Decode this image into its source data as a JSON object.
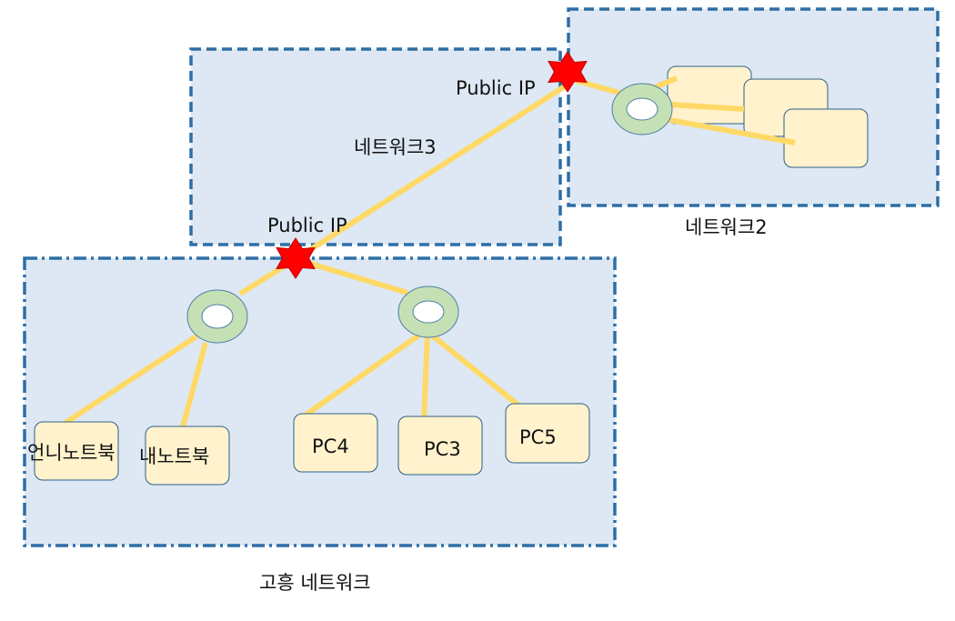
{
  "colors": {
    "network_fill": "#dde8f4",
    "network_border": "#2e6ea6",
    "device_fill": "#fff2cc",
    "device_border": "#2e5f8a",
    "link": "#ffd966",
    "router_fill": "#c5e0b4",
    "router_border": "#4f7ea8",
    "public_ip_star": "#ff0000"
  },
  "networks": {
    "network3_label": "네트워크3",
    "network2_label": "네트워크2",
    "goheung_label": "고흥 네트워크"
  },
  "public_ip": {
    "top_label": "Public IP",
    "bottom_label": "Public IP"
  },
  "devices": {
    "sister_laptop": "언니노트북",
    "my_laptop": "내노트북",
    "pc4": "PC4",
    "pc3": "PC3",
    "pc5": "PC5"
  }
}
